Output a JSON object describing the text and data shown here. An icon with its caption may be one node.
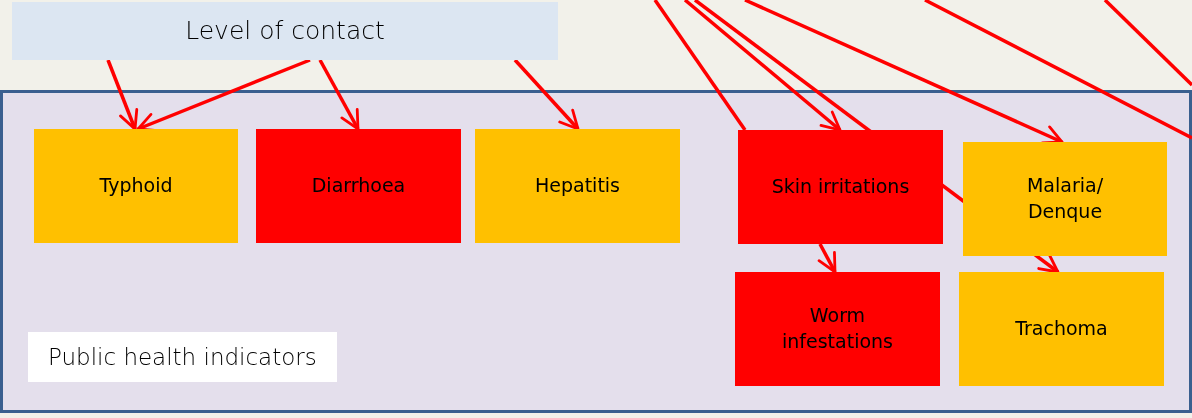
{
  "diagram": {
    "nodes": [
      {
        "text": [
          "Level of contact"
        ]
      },
      {
        "text": [
          "Public health indicators"
        ]
      },
      {
        "text": [
          "Typhoid"
        ],
        "in": 1
      },
      {
        "text": [
          "Diarrhoea"
        ],
        "in": 1
      },
      {
        "text": [
          "Hepatitis"
        ],
        "in": 1
      },
      {
        "text": [
          "Skin irritations"
        ],
        "in": 1
      },
      {
        "text": [
          "Malaria/ Denque"
        ],
        "in": 1
      },
      {
        "text": [
          "Worm infestations"
        ],
        "in": 1
      },
      {
        "text": [
          "Trachoma"
        ],
        "in": 1
      }
    ],
    "edges": [
      {
        "from": 0,
        "to": 2,
        "arrow": "to"
      },
      {
        "from": 0,
        "to": 2,
        "arrow": "to"
      },
      {
        "from": 0,
        "to": 3,
        "arrow": "to"
      },
      {
        "from": 0,
        "to": 4,
        "arrow": "to"
      },
      {
        "from": null,
        "to": 5,
        "arrow": "none"
      },
      {
        "from": null,
        "to": 5,
        "arrow": "to"
      },
      {
        "from": null,
        "to": 8,
        "arrow": "to"
      },
      {
        "from": null,
        "to": 6,
        "arrow": "to"
      },
      {
        "from": 5,
        "to": 7,
        "arrow": "to"
      }
    ]
  }
}
